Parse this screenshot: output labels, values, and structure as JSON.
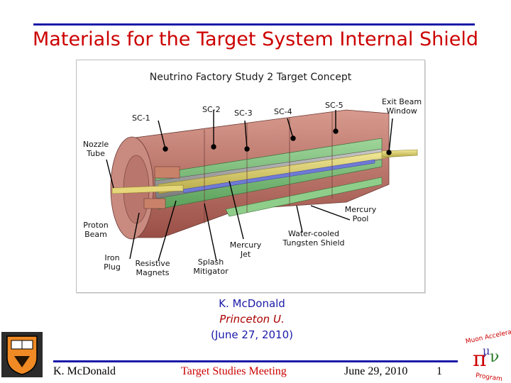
{
  "slide": {
    "title": "Materials for the Target System Internal Shield",
    "colors": {
      "title": "#cc0000",
      "rule": "#1a1aa8",
      "credit_name": "#1a1aa8",
      "credit_affil": "#aa0000",
      "footer_center": "#cc0000"
    }
  },
  "figure": {
    "title": "Neutrino Factory Study 2 Target Concept",
    "labels": {
      "sc1": "SC-1",
      "sc2": "SC-2",
      "sc3": "SC-3",
      "sc4": "SC-4",
      "sc5": "SC-5",
      "exit_beam_window": "Exit Beam Window",
      "nozzle_tube": "Nozzle Tube",
      "mercury_pool": "Mercury Pool",
      "proton_beam": "Proton Beam",
      "water_cooled_shield": "Water-cooled Tungsten Shield",
      "mercury_jet": "Mercury Jet",
      "iron_plug": "Iron Plug",
      "resistive_magnets": "Resistive Magnets",
      "splash_mitigator": "Splash Mitigator"
    }
  },
  "credit": {
    "name": "K. McDonald",
    "affiliation": "Princeton U.",
    "date": "(June 27, 2010)"
  },
  "footer": {
    "left": "K. McDonald",
    "center": "Target Studies Meeting",
    "date": "June 29, 2010",
    "page": "1"
  },
  "logos": {
    "left": "princeton-shield-logo",
    "right": "muon-accelerator-program-logo",
    "right_text_top": "Muon Accelerator",
    "right_text_bottom": "Program"
  }
}
